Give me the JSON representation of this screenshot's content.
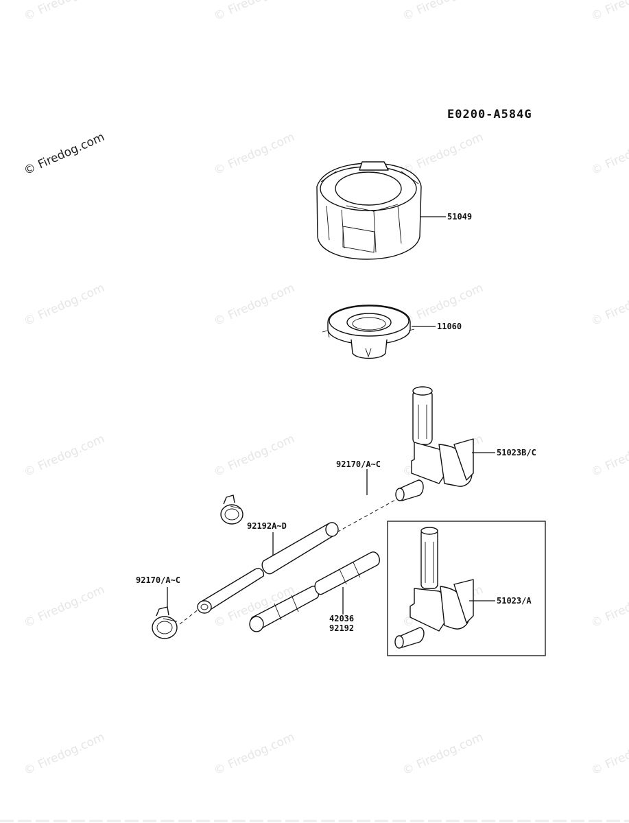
{
  "watermark": {
    "text": "© Firedog.com",
    "primary_text": "© Firedog.com"
  },
  "diagram": {
    "code": "E0200-A584G",
    "labels": {
      "cap": "51049",
      "gasket": "11060",
      "valve_bc": "51023B/C",
      "clamp_upper": "92170/A~C",
      "hose_long": "92192A~D",
      "clamp_lower": "92170/A~C",
      "hose_short_1": "42036",
      "hose_short_2": "92192",
      "valve_a": "51023/A"
    }
  }
}
